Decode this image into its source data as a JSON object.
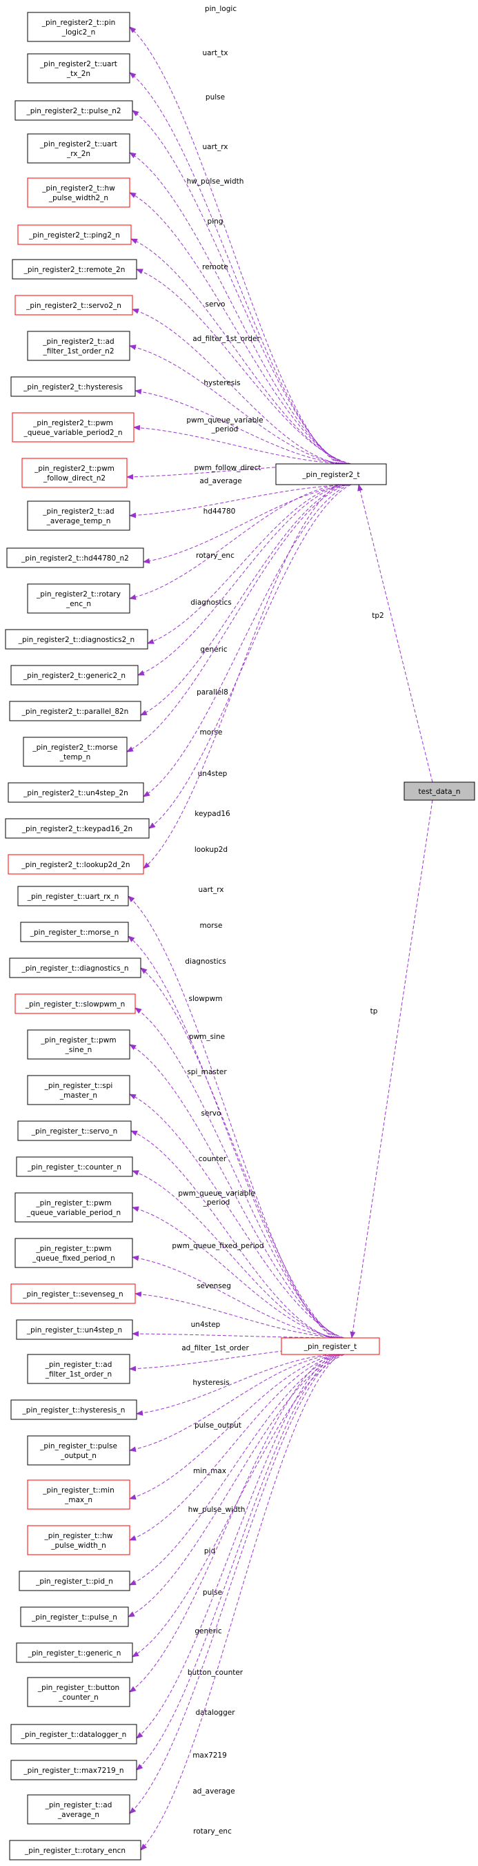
{
  "diagram": {
    "type": "collaboration-graph",
    "colors": {
      "edge": "#9a32cd",
      "normal_border": "#000000",
      "incomplete_border": "#ff0000",
      "root_fill": "#bfbfbf"
    },
    "root": {
      "id": "test",
      "lines": [
        "test_data_n"
      ]
    },
    "hubs": [
      {
        "id": "pr2",
        "lines": [
          "_pin_register2_t"
        ],
        "border": "black",
        "edge_label": "tp2"
      },
      {
        "id": "pr",
        "lines": [
          "_pin_register_t"
        ],
        "border": "red",
        "edge_label": "tp"
      }
    ],
    "members": [
      {
        "lines": [
          "_pin_register2_t::pin",
          "_logic2_n"
        ],
        "border": "black",
        "hub": "pr2",
        "label": "pin_logic"
      },
      {
        "lines": [
          "_pin_register2_t::uart",
          "_tx_2n"
        ],
        "border": "black",
        "hub": "pr2",
        "label": "uart_tx"
      },
      {
        "lines": [
          "_pin_register2_t::pulse_n2"
        ],
        "border": "black",
        "hub": "pr2",
        "label": "pulse"
      },
      {
        "lines": [
          "_pin_register2_t::uart",
          "_rx_2n"
        ],
        "border": "black",
        "hub": "pr2",
        "label": "uart_rx"
      },
      {
        "lines": [
          "_pin_register2_t::hw",
          "_pulse_width2_n"
        ],
        "border": "red",
        "hub": "pr2",
        "label": "hw_pulse_width"
      },
      {
        "lines": [
          "_pin_register2_t::ping2_n"
        ],
        "border": "red",
        "hub": "pr2",
        "label": "ping"
      },
      {
        "lines": [
          "_pin_register2_t::remote_2n"
        ],
        "border": "black",
        "hub": "pr2",
        "label": "remote"
      },
      {
        "lines": [
          "_pin_register2_t::servo2_n"
        ],
        "border": "red",
        "hub": "pr2",
        "label": "servo"
      },
      {
        "lines": [
          "_pin_register2_t::ad",
          "_filter_1st_order_n2"
        ],
        "border": "black",
        "hub": "pr2",
        "label": "ad_filter_1st_order"
      },
      {
        "lines": [
          "_pin_register2_t::hysteresis"
        ],
        "border": "black",
        "hub": "pr2",
        "label": "hysteresis"
      },
      {
        "lines": [
          "_pin_register2_t::pwm",
          "_queue_variable_period2_n"
        ],
        "border": "red",
        "hub": "pr2",
        "label": "pwm_queue_variable\n_period"
      },
      {
        "lines": [
          "_pin_register2_t::pwm",
          "_follow_direct_n2"
        ],
        "border": "red",
        "hub": "pr2",
        "label": "pwm_follow_direct"
      },
      {
        "lines": [
          "_pin_register2_t::ad",
          "_average_temp_n"
        ],
        "border": "black",
        "hub": "pr2",
        "label": "ad_average"
      },
      {
        "lines": [
          "_pin_register2_t::hd44780_n2"
        ],
        "border": "black",
        "hub": "pr2",
        "label": "hd44780"
      },
      {
        "lines": [
          "_pin_register2_t::rotary",
          "_enc_n"
        ],
        "border": "black",
        "hub": "pr2",
        "label": "rotary_enc"
      },
      {
        "lines": [
          "_pin_register2_t::diagnostics2_n"
        ],
        "border": "black",
        "hub": "pr2",
        "label": "diagnostics"
      },
      {
        "lines": [
          "_pin_register2_t::generic2_n"
        ],
        "border": "black",
        "hub": "pr2",
        "label": "generic"
      },
      {
        "lines": [
          "_pin_register2_t::parallel_82n"
        ],
        "border": "black",
        "hub": "pr2",
        "label": "parallel8"
      },
      {
        "lines": [
          "_pin_register2_t::morse",
          "_temp_n"
        ],
        "border": "black",
        "hub": "pr2",
        "label": "morse"
      },
      {
        "lines": [
          "_pin_register2_t::un4step_2n"
        ],
        "border": "black",
        "hub": "pr2",
        "label": "un4step"
      },
      {
        "lines": [
          "_pin_register2_t::keypad16_2n"
        ],
        "border": "black",
        "hub": "pr2",
        "label": "keypad16"
      },
      {
        "lines": [
          "_pin_register2_t::lookup2d_2n"
        ],
        "border": "red",
        "hub": "pr2",
        "label": "lookup2d"
      },
      {
        "lines": [
          "_pin_register_t::uart_rx_n"
        ],
        "border": "black",
        "hub": "pr",
        "label": "uart_rx"
      },
      {
        "lines": [
          "_pin_register_t::morse_n"
        ],
        "border": "black",
        "hub": "pr",
        "label": "morse"
      },
      {
        "lines": [
          "_pin_register_t::diagnostics_n"
        ],
        "border": "black",
        "hub": "pr",
        "label": "diagnostics"
      },
      {
        "lines": [
          "_pin_register_t::slowpwm_n"
        ],
        "border": "red",
        "hub": "pr",
        "label": "slowpwm"
      },
      {
        "lines": [
          "_pin_register_t::pwm",
          "_sine_n"
        ],
        "border": "black",
        "hub": "pr",
        "label": "pwm_sine"
      },
      {
        "lines": [
          "_pin_register_t::spi",
          "_master_n"
        ],
        "border": "black",
        "hub": "pr",
        "label": "spi_master"
      },
      {
        "lines": [
          "_pin_register_t::servo_n"
        ],
        "border": "black",
        "hub": "pr",
        "label": "servo"
      },
      {
        "lines": [
          "_pin_register_t::counter_n"
        ],
        "border": "black",
        "hub": "pr",
        "label": "counter"
      },
      {
        "lines": [
          "_pin_register_t::pwm",
          "_queue_variable_period_n"
        ],
        "border": "black",
        "hub": "pr",
        "label": "pwm_queue_variable\n_period"
      },
      {
        "lines": [
          "_pin_register_t::pwm",
          "_queue_fixed_period_n"
        ],
        "border": "black",
        "hub": "pr",
        "label": "pwm_queue_fixed_period"
      },
      {
        "lines": [
          "_pin_register_t::sevenseg_n"
        ],
        "border": "red",
        "hub": "pr",
        "label": "sevenseg"
      },
      {
        "lines": [
          "_pin_register_t::un4step_n"
        ],
        "border": "black",
        "hub": "pr",
        "label": "un4step"
      },
      {
        "lines": [
          "_pin_register_t::ad",
          "_filter_1st_order_n"
        ],
        "border": "black",
        "hub": "pr",
        "label": "ad_filter_1st_order"
      },
      {
        "lines": [
          "_pin_register_t::hysteresis_n"
        ],
        "border": "black",
        "hub": "pr",
        "label": "hysteresis"
      },
      {
        "lines": [
          "_pin_register_t::pulse",
          "_output_n"
        ],
        "border": "black",
        "hub": "pr",
        "label": "pulse_output"
      },
      {
        "lines": [
          "_pin_register_t::min",
          "_max_n"
        ],
        "border": "red",
        "hub": "pr",
        "label": "min_max"
      },
      {
        "lines": [
          "_pin_register_t::hw",
          "_pulse_width_n"
        ],
        "border": "red",
        "hub": "pr",
        "label": "hw_pulse_width"
      },
      {
        "lines": [
          "_pin_register_t::pid_n"
        ],
        "border": "black",
        "hub": "pr",
        "label": "pid"
      },
      {
        "lines": [
          "_pin_register_t::pulse_n"
        ],
        "border": "black",
        "hub": "pr",
        "label": "pulse"
      },
      {
        "lines": [
          "_pin_register_t::generic_n"
        ],
        "border": "black",
        "hub": "pr",
        "label": "generic"
      },
      {
        "lines": [
          "_pin_register_t::button",
          "_counter_n"
        ],
        "border": "black",
        "hub": "pr",
        "label": "button_counter"
      },
      {
        "lines": [
          "_pin_register_t::datalogger_n"
        ],
        "border": "black",
        "hub": "pr",
        "label": "datalogger"
      },
      {
        "lines": [
          "_pin_register_t::max7219_n"
        ],
        "border": "black",
        "hub": "pr",
        "label": "max7219"
      },
      {
        "lines": [
          "_pin_register_t::ad",
          "_average_n"
        ],
        "border": "black",
        "hub": "pr",
        "label": "ad_average"
      },
      {
        "lines": [
          "_pin_register_t::rotary_encn"
        ],
        "border": "black",
        "hub": "pr",
        "label": "rotary_enc"
      }
    ]
  }
}
